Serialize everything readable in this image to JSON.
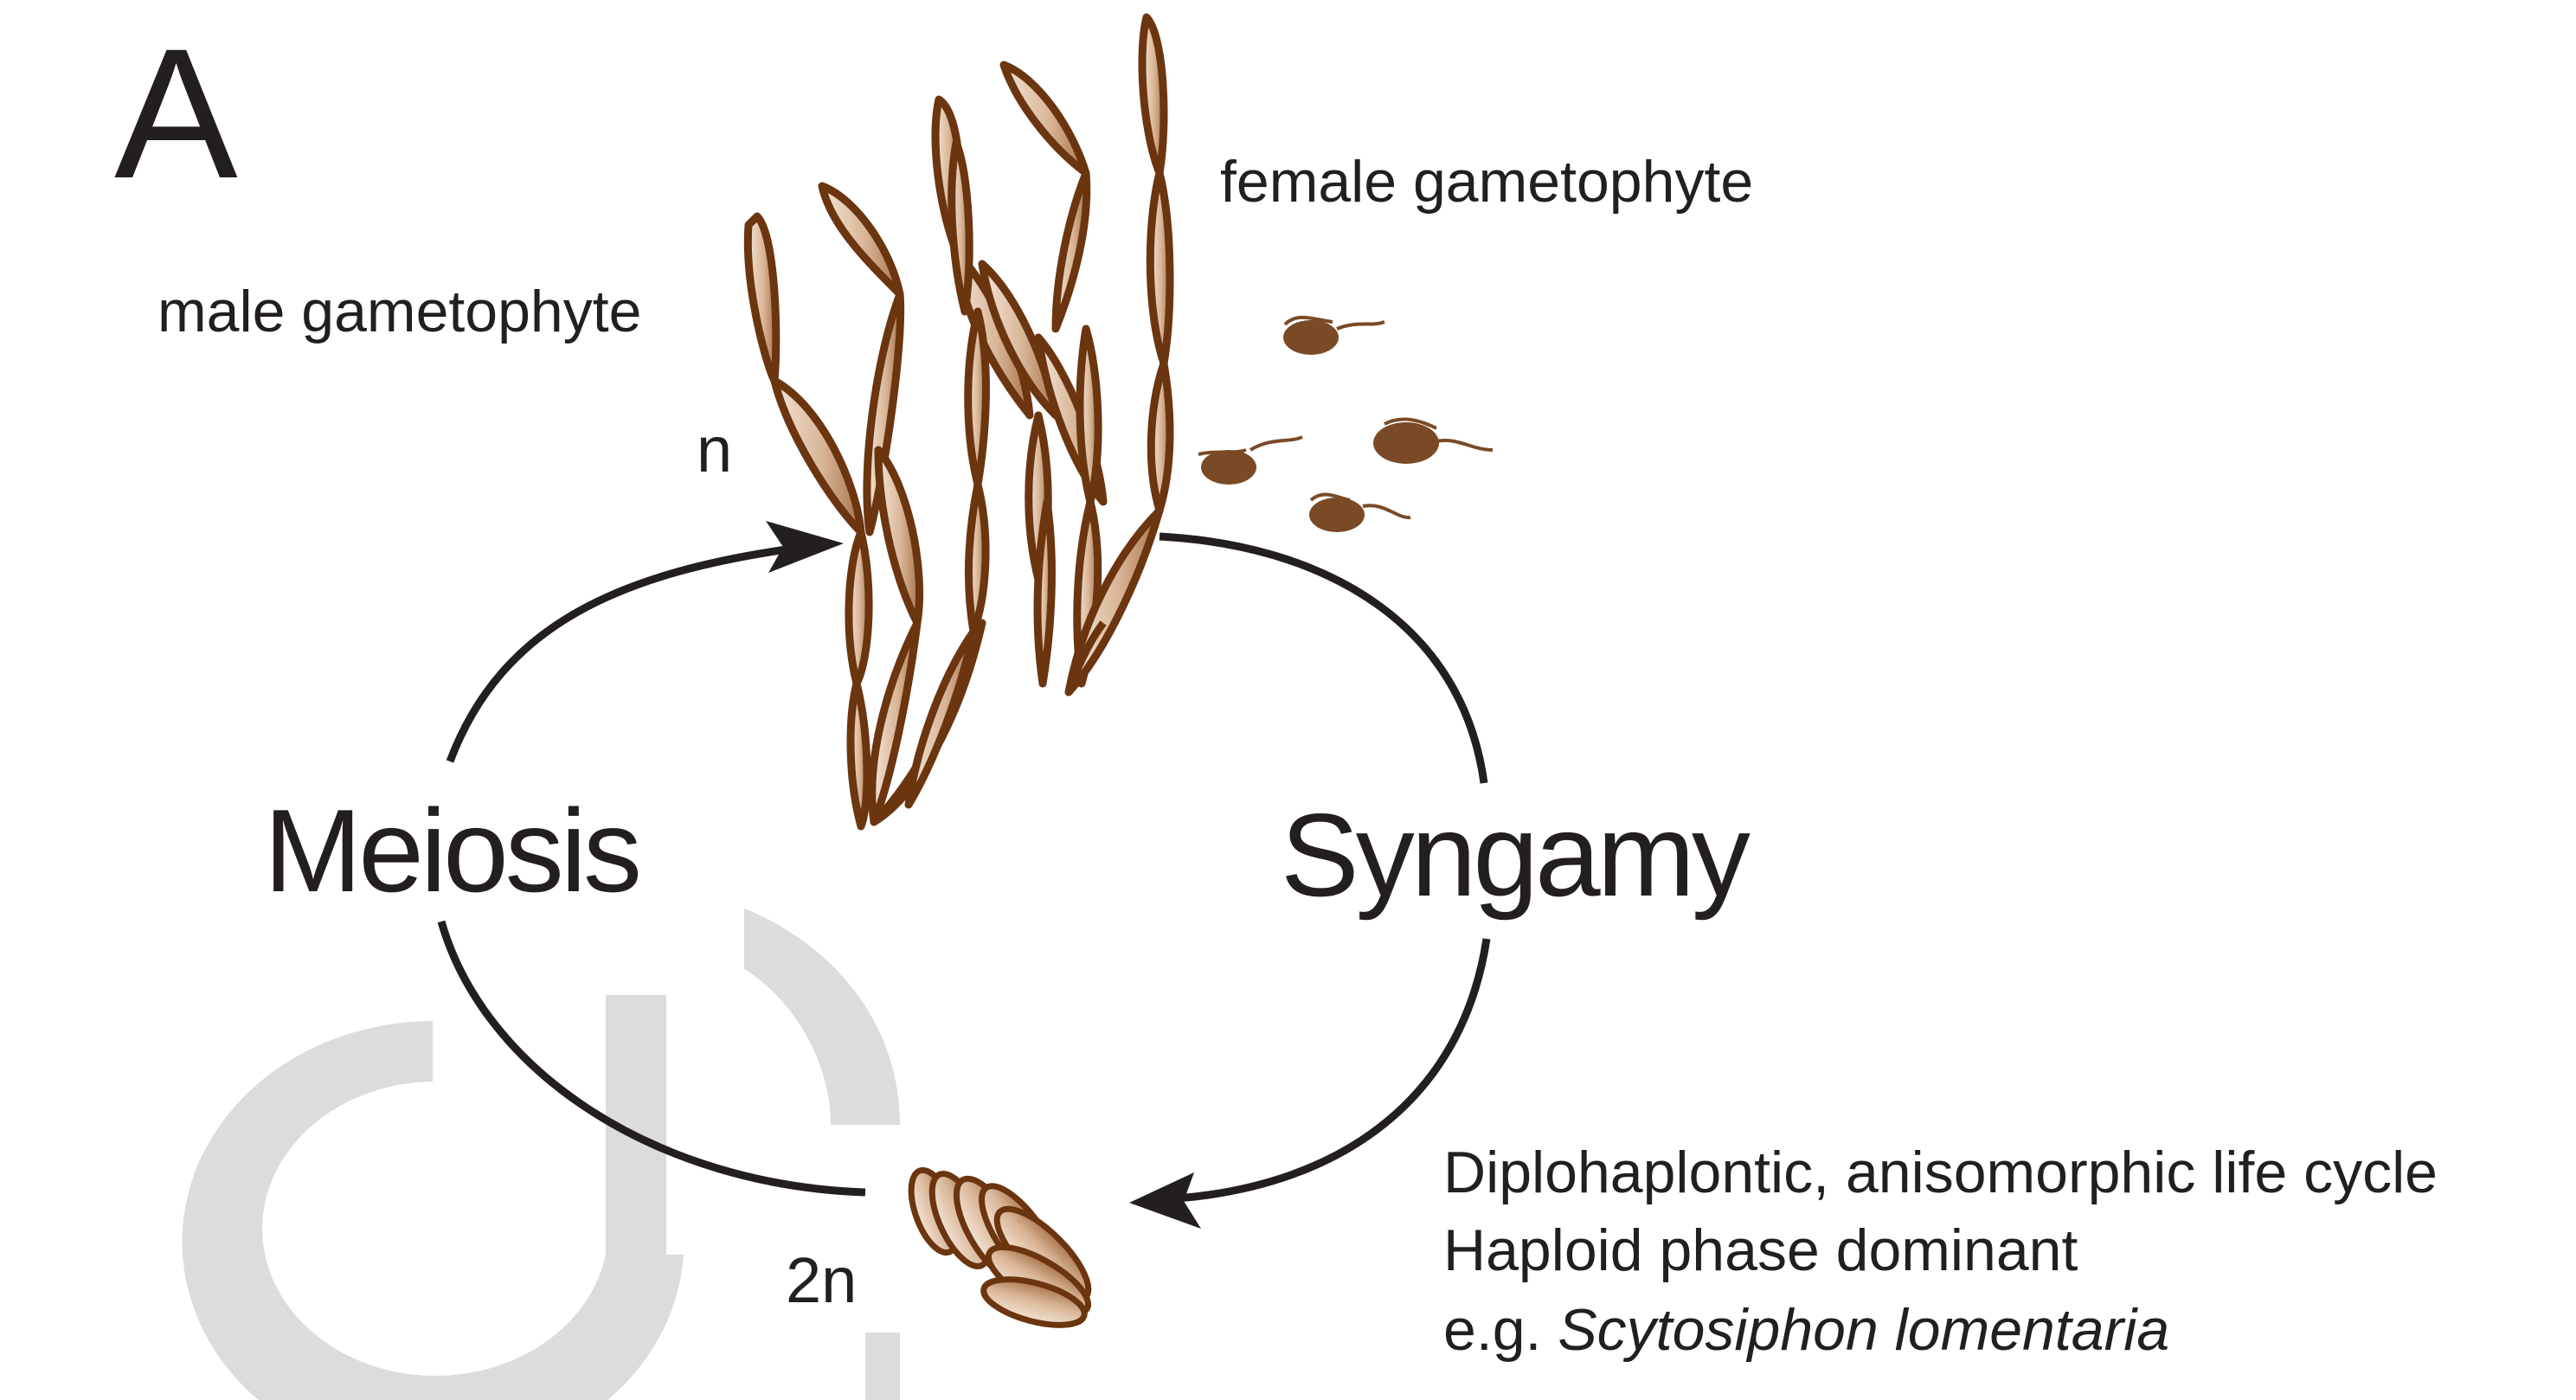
{
  "panel_letter": "A",
  "labels": {
    "male_gametophyte": "male gametophyte",
    "female_gametophyte": "female gametophyte",
    "haploid": "n",
    "diploid": "2n",
    "meiosis": "Meiosis",
    "syngamy": "Syngamy"
  },
  "description": {
    "line1": "Diplohaplontic, anisomorphic life cycle",
    "line2": "Haploid phase dominant",
    "line3_prefix": "e.g. ",
    "line3_species": "Scytosiphon lomentaria"
  },
  "colors": {
    "text": "#231f20",
    "cycle_arrow": "#231f20",
    "alga_outline": "#6b3510",
    "alga_fill_light": "#f3e4d6",
    "alga_fill_dark": "#b8865e",
    "gamete": "#7a4a26",
    "watermark": "#dcdcdc"
  }
}
